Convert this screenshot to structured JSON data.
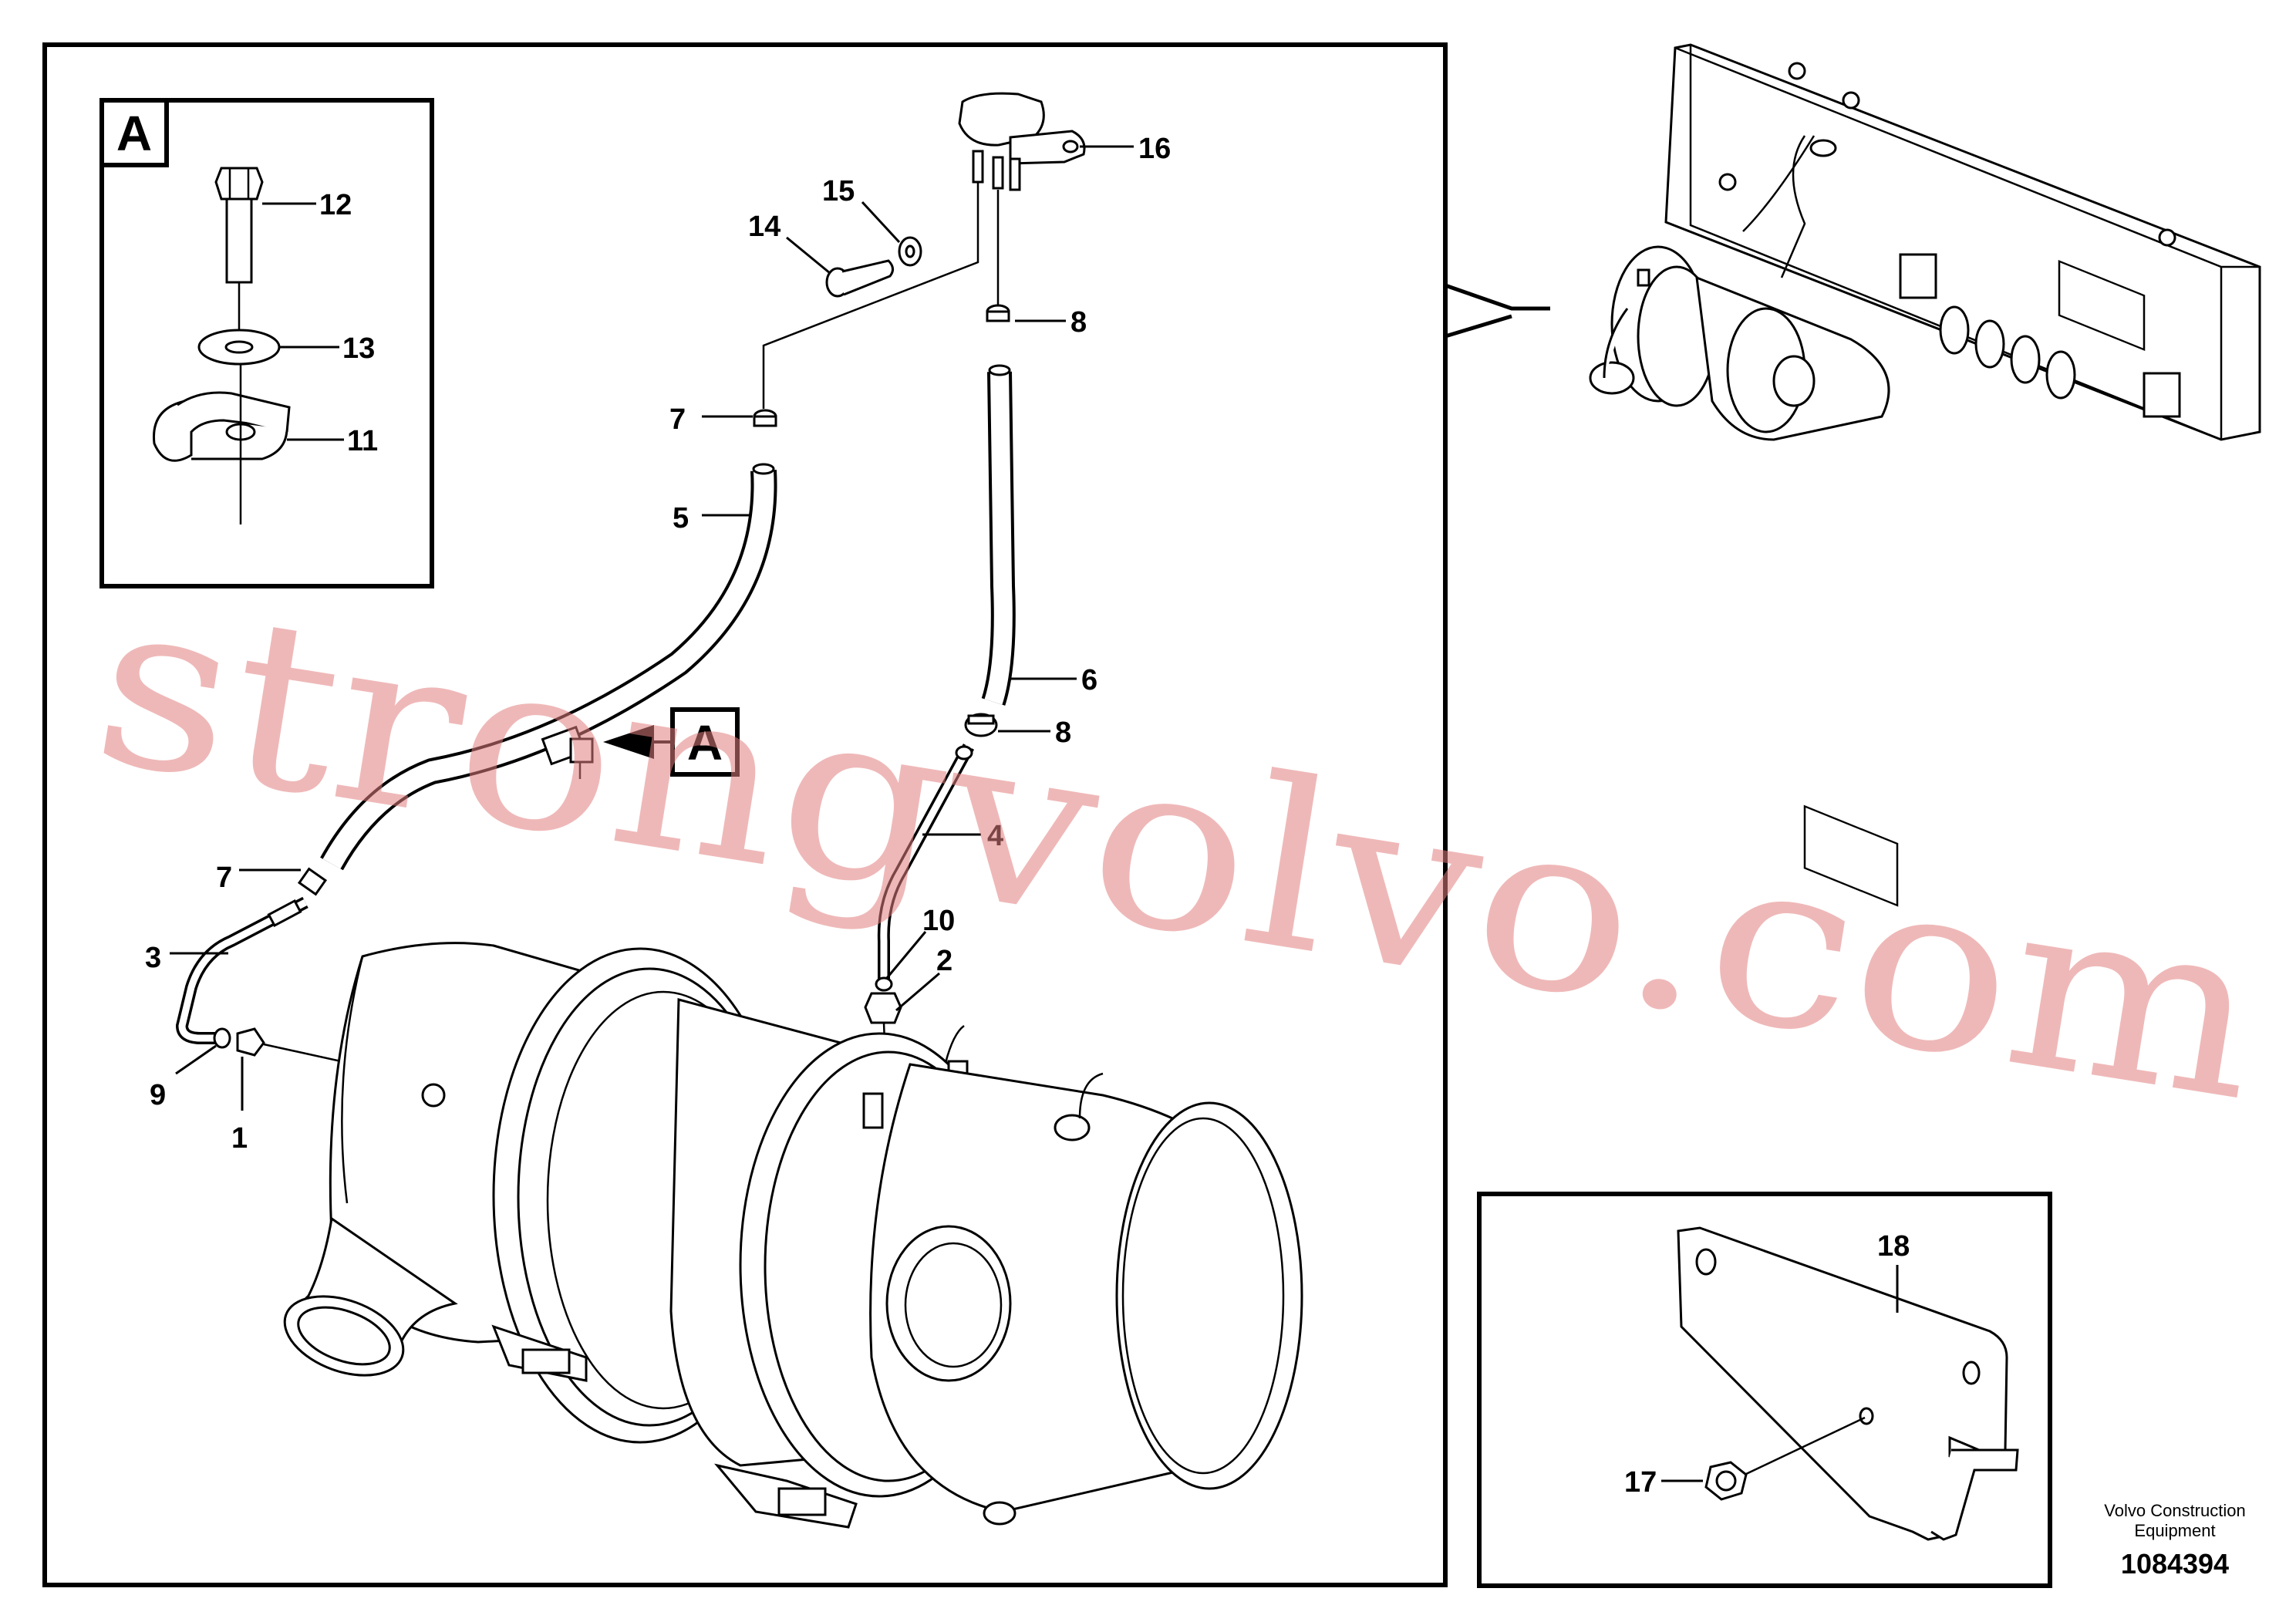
{
  "detail_a": {
    "letter": "A"
  },
  "callout_a": {
    "letter": "A"
  },
  "labels": {
    "p1": "1",
    "p2": "2",
    "p3": "3",
    "p4": "4",
    "p5": "5",
    "p6": "6",
    "p7a": "7",
    "p7b": "7",
    "p8a": "8",
    "p8b": "8",
    "p9": "9",
    "p10": "10",
    "p11": "11",
    "p12": "12",
    "p13": "13",
    "p14": "14",
    "p15": "15",
    "p16": "16",
    "p17": "17",
    "p18": "18"
  },
  "watermark": "strongvolvo.com",
  "credit": {
    "line1": "Volvo Construction",
    "line2": "Equipment"
  },
  "document_number": "1084394"
}
